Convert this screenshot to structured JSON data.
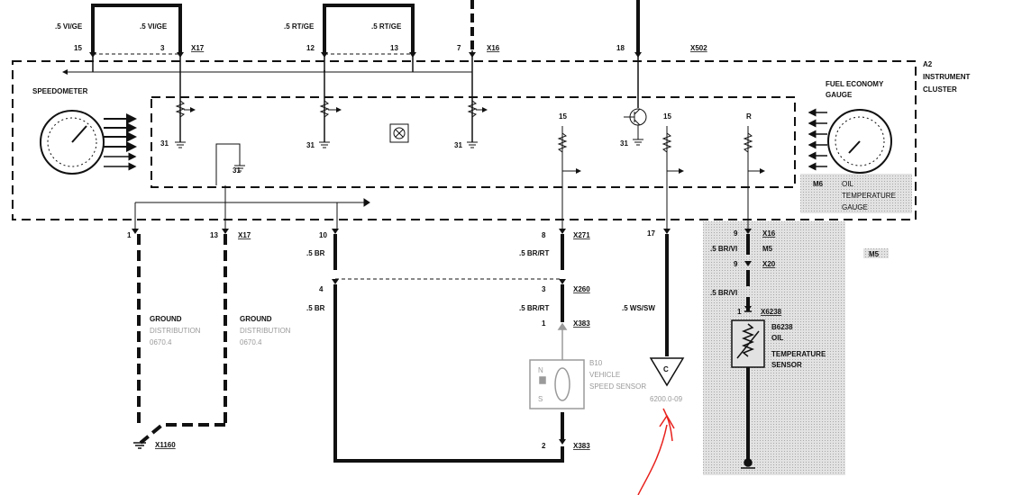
{
  "labels": {
    "w_vi_ge_1": ".5 VI/GE",
    "w_vi_ge_2": ".5 VI/GE",
    "w_rt_ge_1": ".5 RT/GE",
    "w_rt_ge_2": ".5 RT/GE",
    "pin_15a": "15",
    "pin_3a": "3",
    "conn_x17_top": "X17",
    "pin_12": "12",
    "pin_13a": "13",
    "pin_7": "7",
    "conn_x16_top": "X16",
    "pin_18": "18",
    "conn_x502": "X502",
    "cluster_a2": "A2",
    "cluster_name_1": "INSTRUMENT",
    "cluster_name_2": "CLUSTER",
    "speedometer": "SPEEDOMETER",
    "fuel_gauge_1": "FUEL ECONOMY",
    "fuel_gauge_2": "GAUGE",
    "gnd31_a": "31",
    "gnd31_b": "31",
    "gnd31_c": "31",
    "gnd31_d": "31",
    "gnd31_e": "31",
    "pin_15b": "15",
    "pin_15c": "15",
    "pin_r": "R",
    "m6": "M6",
    "oil_gauge_1": "OIL",
    "oil_gauge_2": "TEMPERATURE",
    "oil_gauge_3": "GAUGE",
    "pin_1a": "1",
    "pin_13b": "13",
    "conn_x17_bot": "X17",
    "pin_10": "10",
    "w_br_1": ".5 BR",
    "pin_8": "8",
    "conn_x271": "X271",
    "w_br_rt_1": ".5 BR/RT",
    "pin_17": "17",
    "pin_9a": "9",
    "conn_x16_bot": "X16",
    "w_br_vi_1": ".5 BR/VI",
    "m5a": "M5",
    "pin_9b": "9",
    "conn_x20": "X20",
    "m5b": "M5",
    "pin_4": "4",
    "w_br_2": ".5 BR",
    "pin_3b": "3",
    "conn_x260": "X260",
    "w_br_rt_2": ".5 BR/RT",
    "w_ws_sw": ".5 WS/SW",
    "w_br_vi_2": ".5 BR/VI",
    "pin_1b": "1",
    "conn_x6238": "X6238",
    "pin_1c": "1",
    "conn_x383_a": "X383",
    "sensor_b6238": "B6238",
    "oil_sensor_1": "OIL",
    "oil_sensor_2": "TEMPERATURE",
    "oil_sensor_3": "SENSOR",
    "ground_1": "GROUND",
    "dist_1": "DISTRIBUTION",
    "dist_num_1": "0670.4",
    "ground_2": "GROUND",
    "dist_2": "DISTRIBUTION",
    "dist_num_2": "0670.4",
    "b10": "B10",
    "vss_1": "VEHICLE",
    "vss_2": "SPEED SENSOR",
    "n_letter": "N",
    "s_letter": "S",
    "conn_c": "C",
    "ref_page": "6200.0-09",
    "pin_2": "2",
    "conn_x383_b": "X383",
    "gnd_x1160": "X1160"
  },
  "colors": {
    "line": "#111111",
    "shade": "#d9d9d9",
    "gray_text": "#9a9a9a",
    "annotation": "#e8201c"
  }
}
